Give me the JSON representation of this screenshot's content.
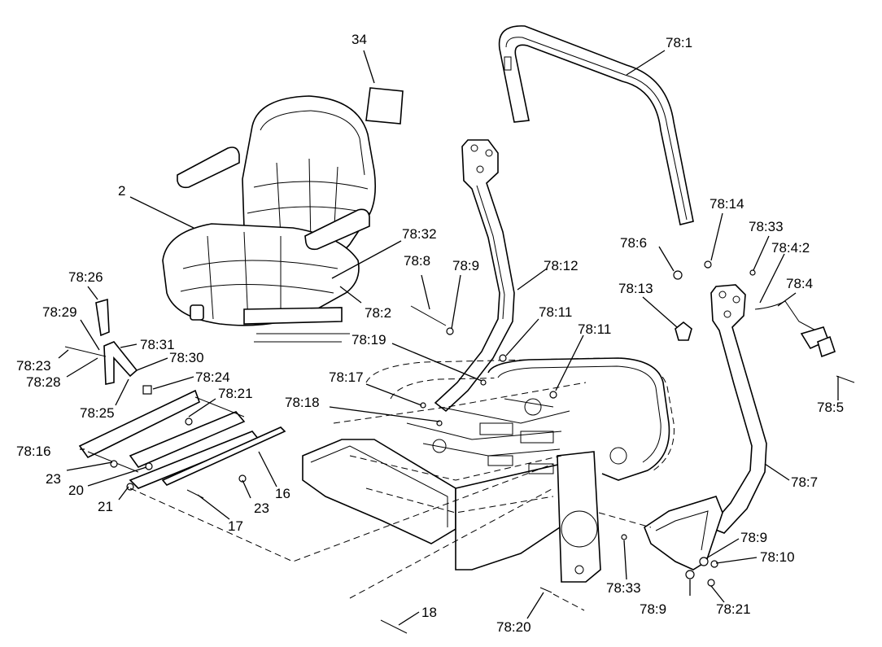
{
  "callouts": {
    "c34": "34",
    "c78_1": "78:1",
    "c2": "2",
    "c78_32": "78:32",
    "c78_8": "78:8",
    "c78_9a": "78:9",
    "c78_12": "78:12",
    "c78_26": "78:26",
    "c78_2": "78:2",
    "c78_29": "78:29",
    "c78_31": "78:31",
    "c78_23": "78:23",
    "c78_30": "78:30",
    "c78_28": "78:28",
    "c78_24": "78:24",
    "c78_25": "78:25",
    "c78_21a": "78:21",
    "c78_19": "78:19",
    "c78_11a": "78:11",
    "c78_11b": "78:11",
    "c78_17": "78:17",
    "c78_18": "78:18",
    "c78_16": "78:16",
    "c23a": "23",
    "c20": "20",
    "c21": "21",
    "c17": "17",
    "c23b": "23",
    "c16": "16",
    "c18": "18",
    "c78_20": "78:20",
    "c78_33a": "78:33",
    "c78_9b": "78:9",
    "c78_21b": "78:21",
    "c78_10": "78:10",
    "c78_9c": "78:9",
    "c78_7": "78:7",
    "c78_5": "78:5",
    "c78_14": "78:14",
    "c78_33b": "78:33",
    "c78_6": "78:6",
    "c78_4_2": "78:4:2",
    "c78_4": "78:4",
    "c78_13": "78:13"
  }
}
